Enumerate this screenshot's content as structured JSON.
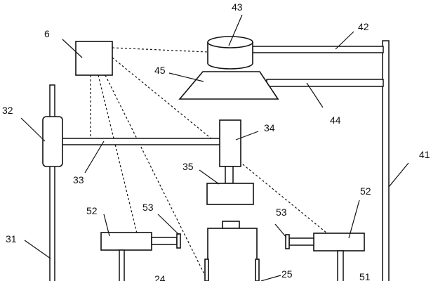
{
  "labels": {
    "l6": "6",
    "l43": "43",
    "l42": "42",
    "l45": "45",
    "l44": "44",
    "l41": "41",
    "l32": "32",
    "l34": "34",
    "l33": "33",
    "l35": "35",
    "l52a": "52",
    "l53a": "53",
    "l53b": "53",
    "l52b": "52",
    "l31": "31",
    "l51": "51",
    "l24": "24",
    "l25": "25"
  },
  "colors": {
    "line": "#111111",
    "background": "#ffffff"
  }
}
